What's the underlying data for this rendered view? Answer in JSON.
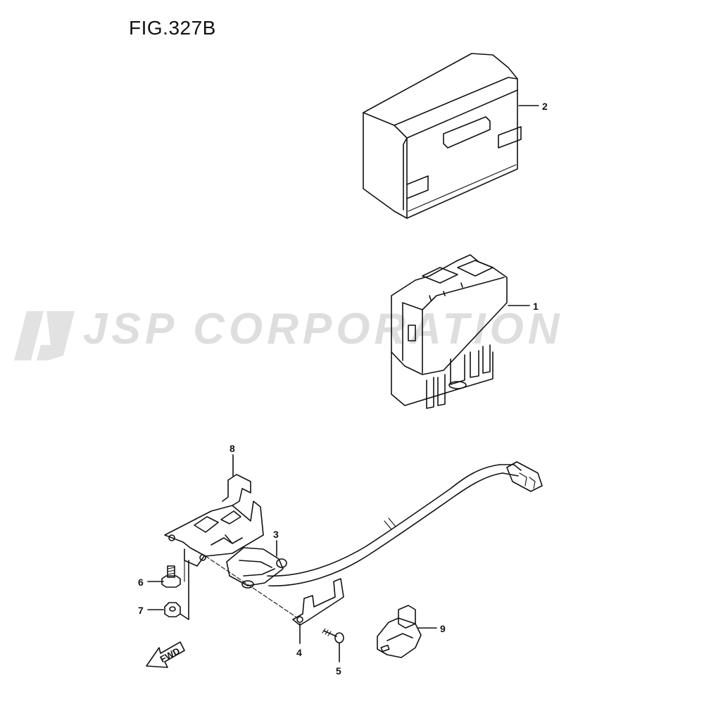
{
  "figure": {
    "title": "FIG.327B"
  },
  "watermark": {
    "text": "JSP CORPORATION",
    "color": "#dcdcdc"
  },
  "callouts": [
    {
      "id": "1",
      "label": "1"
    },
    {
      "id": "2",
      "label": "2"
    },
    {
      "id": "3",
      "label": "3"
    },
    {
      "id": "4",
      "label": "4"
    },
    {
      "id": "5",
      "label": "5"
    },
    {
      "id": "6",
      "label": "6"
    },
    {
      "id": "7",
      "label": "7"
    },
    {
      "id": "8",
      "label": "8"
    },
    {
      "id": "9",
      "label": "9"
    }
  ],
  "direction_marker": {
    "label": "FWD"
  },
  "colors": {
    "line": "#111111",
    "background": "#ffffff"
  }
}
